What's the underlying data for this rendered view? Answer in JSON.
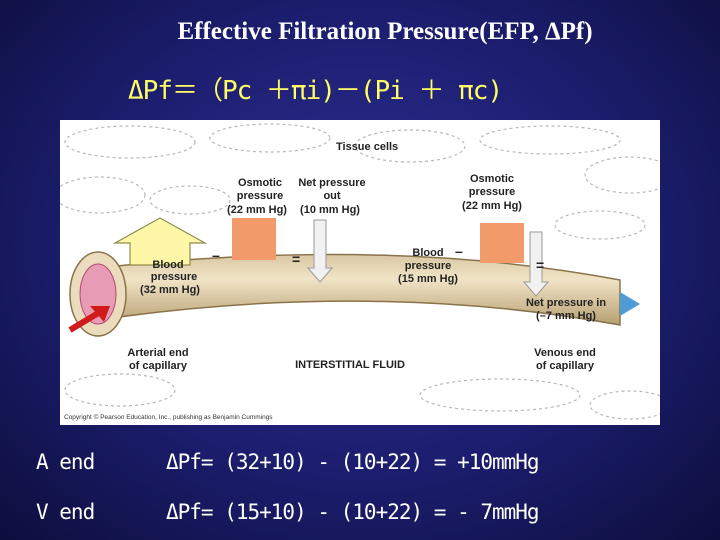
{
  "title": "Effective Filtration Pressure(EFP, ΔPf)",
  "formula": "ΔPf＝（Pc ＋πi)－(Pi ＋ πc)",
  "diagram": {
    "tissue_cells": "Tissue cells",
    "osmotic_left": [
      "Osmotic",
      "pressure",
      "(22 mm Hg)"
    ],
    "net_out": [
      "Net pressure",
      "out",
      "(10 mm Hg)"
    ],
    "osmotic_right": [
      "Osmotic",
      "pressure",
      "(22 mm Hg)"
    ],
    "blood_left": [
      "Blood",
      "pressure",
      "(32 mm Hg)"
    ],
    "blood_right": [
      "Blood",
      "pressure",
      "(15 mm Hg)"
    ],
    "net_in": [
      "Net pressure in",
      "(–7 mm Hg)"
    ],
    "arterial_end": [
      "Arterial end",
      "of capillary"
    ],
    "venous_end": [
      "Venous end",
      "of capillary"
    ],
    "interstitial": "INTERSTITIAL FLUID",
    "minus": "–",
    "equals": "=",
    "copyright": "Copyright © Pearson Education, Inc., publishing as Benjamin Cummings"
  },
  "equations": [
    {
      "label": "A end",
      "expr": "ΔPf= (32+10) - (10+22) = +10mmHg"
    },
    {
      "label": "V end",
      "expr": "ΔPf= (15+10) - (10+22) = - 7mmHg"
    }
  ]
}
